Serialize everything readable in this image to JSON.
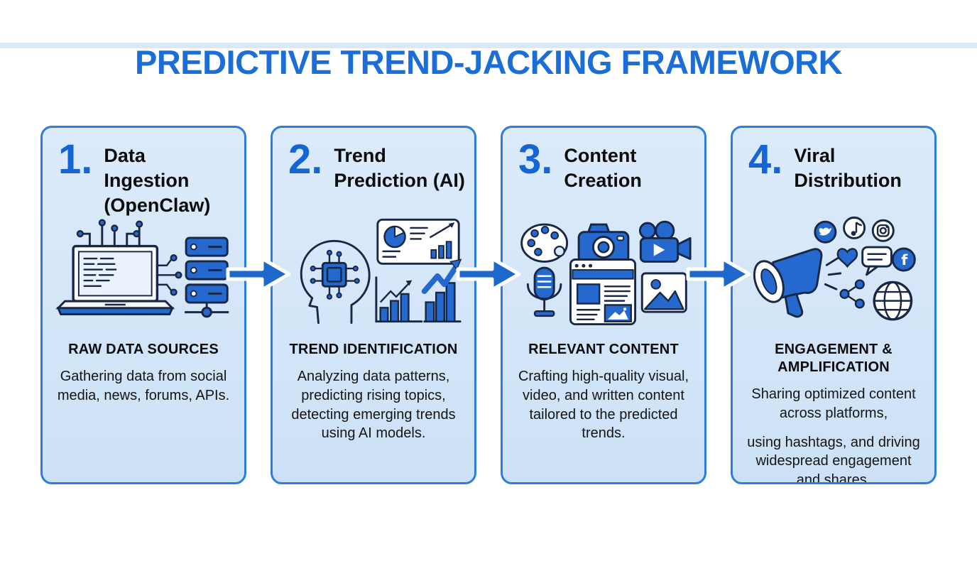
{
  "title": "PREDICTIVE TREND-JACKING FRAMEWORK",
  "colors": {
    "title_blue": "#1b6ed8",
    "card_border": "#2b7de0",
    "card_background": "#d7e9fa",
    "number_blue": "#1565d4",
    "icon_blue": "#2569cf",
    "icon_outline": "#182743",
    "arrow_blue": "#1e67cb",
    "page_background": "#ffffff"
  },
  "steps": [
    {
      "number": "1.",
      "title_lines": [
        "Data Ingestion",
        "(OpenClaw)"
      ],
      "icon": "laptop-to-servers-icon",
      "subtitle": "RAW DATA SOURCES",
      "description": "Gathering data from social media, news, forums, APIs."
    },
    {
      "number": "2.",
      "title_lines": [
        "Trend",
        "Prediction (AI)"
      ],
      "icon": "ai-head-analytics-icon",
      "subtitle": "TREND IDENTIFICATION",
      "description": "Analyzing data patterns, predicting rising topics, detecting emerging trends using AI models."
    },
    {
      "number": "3.",
      "title_lines": [
        "Content",
        "Creation"
      ],
      "icon": "media-creation-icons",
      "subtitle": "RELEVANT CONTENT",
      "description": "Crafting high-quality visual, video, and written content tailored to the predicted trends."
    },
    {
      "number": "4.",
      "title_lines": [
        "Viral",
        "Distribution"
      ],
      "icon": "megaphone-social-icons",
      "subtitle": "ENGAGEMENT & AMPLIFICATION",
      "description": "Sharing optimized content across platforms,",
      "description2": "using hashtags, and driving widespread engagement and shares."
    }
  ],
  "connectors": {
    "icon": "right-arrow-icon",
    "count": 3
  }
}
